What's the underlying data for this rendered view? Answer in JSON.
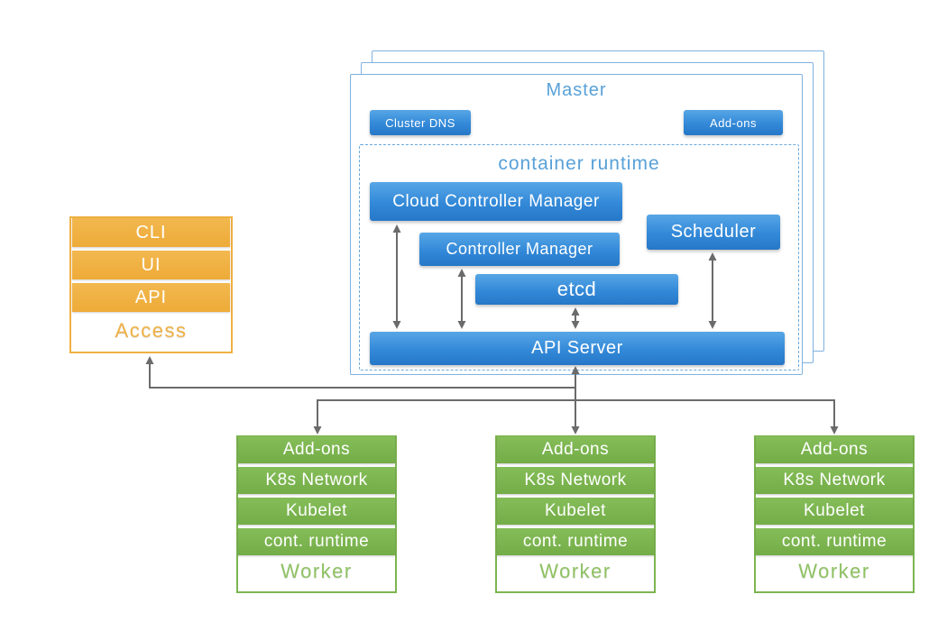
{
  "access": {
    "layers": [
      {
        "label": "CLI"
      },
      {
        "label": "UI"
      },
      {
        "label": "API"
      }
    ],
    "label": "Access"
  },
  "master": {
    "title": "Master",
    "cluster_dns_label": "Cluster DNS",
    "addons_label": "Add-ons",
    "runtime": {
      "title": "container runtime",
      "cloud_controller_manager": "Cloud Controller Manager",
      "controller_manager": "Controller Manager",
      "scheduler": "Scheduler",
      "etcd": "etcd",
      "api_server": "API Server"
    }
  },
  "workers": [
    {
      "layers": [
        "Add-ons",
        "K8s Network",
        "Kubelet",
        "cont. runtime"
      ],
      "label": "Worker"
    },
    {
      "layers": [
        "Add-ons",
        "K8s Network",
        "Kubelet",
        "cont. runtime"
      ],
      "label": "Worker"
    },
    {
      "layers": [
        "Add-ons",
        "K8s Network",
        "Kubelet",
        "cont. runtime"
      ],
      "label": "Worker"
    }
  ],
  "colors": {
    "blue_button_top": "#57a6e6",
    "blue_button_bottom": "#2677c7",
    "light_blue_text": "#58a1d8",
    "master_border": "#7fb2e0",
    "dashed_border": "#6aa9dd",
    "orange": "#f0b042",
    "green": "#7cb550",
    "arrow_gray": "#6b6b6b"
  }
}
